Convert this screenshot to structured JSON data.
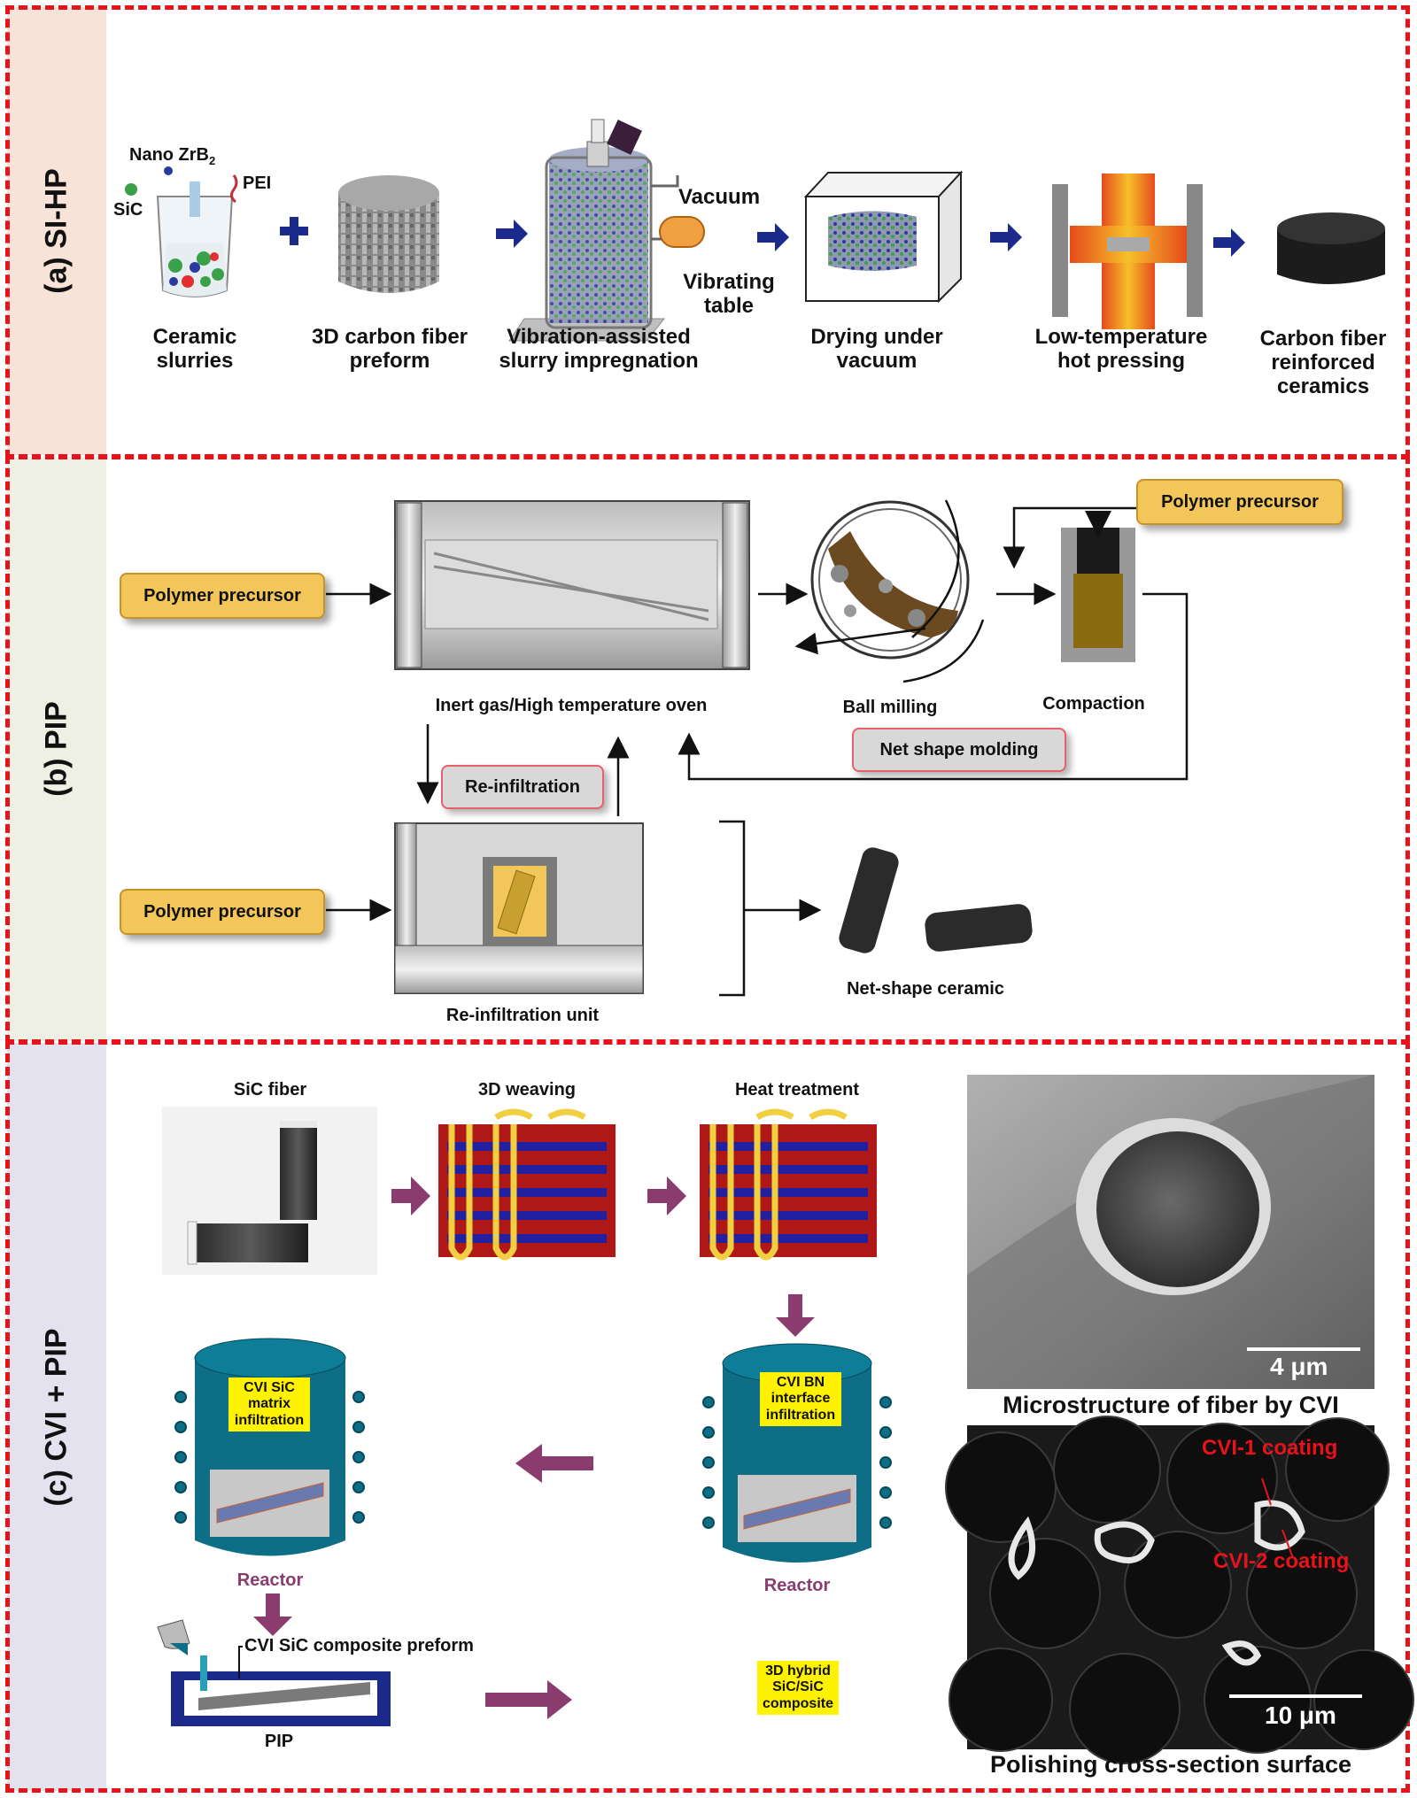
{
  "panel_a": {
    "side_label": "(a) SI-HP",
    "legend": {
      "nano": "Nano ZrB",
      "nano_sub": "2",
      "pei": "PEI",
      "sic": "SiC"
    },
    "vacuum": "Vacuum",
    "vibrating_table": "Vibrating table",
    "steps": [
      "Ceramic slurries",
      "3D carbon fiber preform",
      "Vibration-assisted slurry impregnation",
      "Drying under vacuum",
      "Low-temperature hot pressing",
      "Carbon fiber reinforced ceramics"
    ]
  },
  "panel_b": {
    "side_label": "(b) PIP",
    "polymer_precursor": "Polymer precursor",
    "oven": "Inert gas/High temperature oven",
    "ball_milling": "Ball milling",
    "compaction": "Compaction",
    "net_shape_molding": "Net shape molding",
    "re_infiltration": "Re-infiltration",
    "re_infiltration_unit": "Re-infiltration unit",
    "net_shape_ceramic": "Net-shape ceramic"
  },
  "panel_c": {
    "side_label": "(c) CVI + PIP",
    "sic_fiber": "SiC fiber",
    "weaving": "3D weaving",
    "heat_treatment": "Heat treatment",
    "cvi_bn": "CVI BN interface infiltration",
    "cvi_sic": "CVI SiC matrix infiltration",
    "reactor": "Reactor",
    "composite_preform": "CVI SiC composite preform",
    "pip": "PIP",
    "hybrid": "3D hybrid SiC/SiC composite",
    "micro_title": "Microstructure of fiber by CVI",
    "scale1": "4 μm",
    "polish_title": "Polishing cross-section surface",
    "cvi1": "CVI-1 coating",
    "cvi2": "CVI-2 coating",
    "scale2": "10 μm"
  },
  "colors": {
    "frame": "#e8121a",
    "arrow_blue": "#1c2a8c",
    "arrow_purple": "#8a3c6e",
    "teal": "#0d6e86",
    "precursor": "#f3c65a"
  }
}
